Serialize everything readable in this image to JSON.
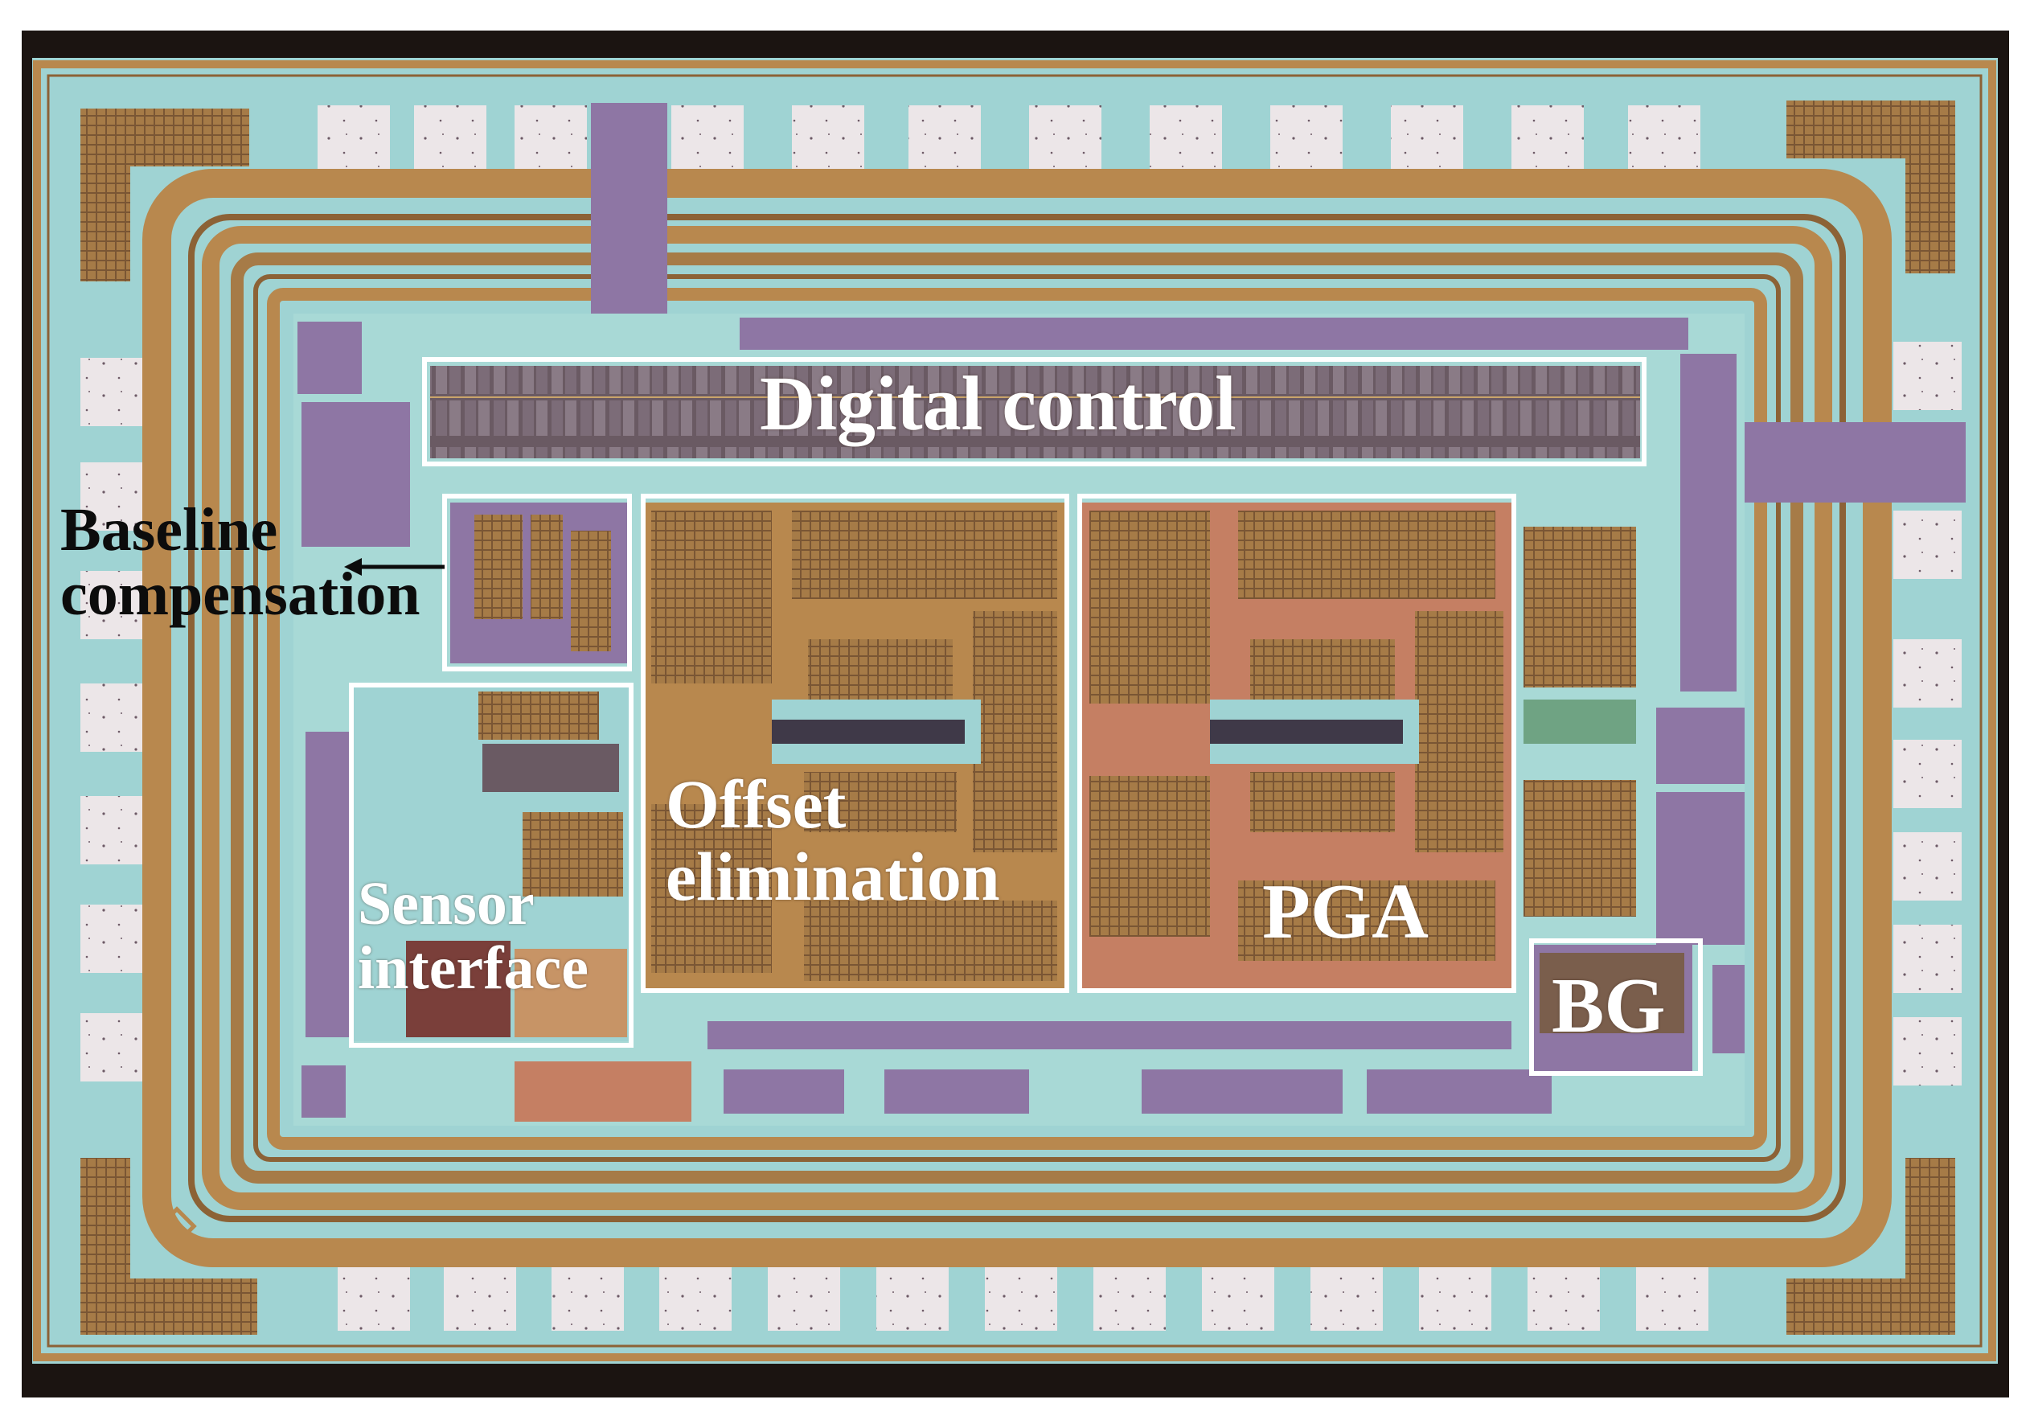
{
  "image": {
    "palette": {
      "background": "#ffffff",
      "frame": "#1b1411",
      "die_substrate": "#9fd3d3",
      "metal_copper": "#b8884e",
      "metal_copper_dark": "#8c6236",
      "poly_purple": "#8e76a4",
      "pad": "#ece6e8",
      "callout_box": "#ffffff",
      "label_text": "#ffffff",
      "external_label_text": "#0c0c0c"
    },
    "labels": {
      "digital_control": "Digital control",
      "baseline_compensation_line1": "Baseline",
      "baseline_compensation_line2": "compensation",
      "sensor_interface_line1": "Sensor",
      "sensor_interface_line2": "interface",
      "offset_elimination_line1": "Offset",
      "offset_elimination_line2": "elimination",
      "pga": "PGA",
      "bg": "BG"
    }
  }
}
